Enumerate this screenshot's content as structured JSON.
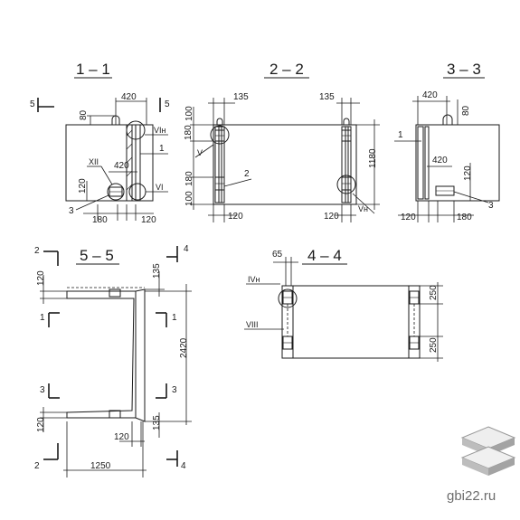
{
  "sections": {
    "s11": {
      "title": "1 – 1",
      "cut_left": "5",
      "cut_right": "5",
      "dim_top": "420",
      "dim_left": "80",
      "dim_mid": "420",
      "dim_left2": "120",
      "dim_bottom1": "180",
      "dim_bottom2": "120",
      "node_VIH": "VIн",
      "node_XII": "XII",
      "node_VI": "VI",
      "pos1": "1",
      "pos3": "3"
    },
    "s22": {
      "title": "2 – 2",
      "dim_top_left": "135",
      "dim_top_right": "135",
      "dim_left_a": "100",
      "dim_left_b": "180",
      "dim_left_c": "180",
      "dim_left_d": "100",
      "dim_height": "1180",
      "dim_bottom_left": "120",
      "dim_bottom_right": "120",
      "node_V": "V",
      "node_VH": "Vн",
      "pos2": "2"
    },
    "s33": {
      "title": "3 – 3",
      "dim_top": "420",
      "dim_right_top": "80",
      "dim_mid": "420",
      "dim_right": "120",
      "dim_bottom_left": "120",
      "dim_bottom_right": "180",
      "pos1": "1",
      "pos3": "3"
    },
    "s55": {
      "title": "5 – 5",
      "cut_2": "2",
      "cut_4": "4",
      "cut_1": "1",
      "cut_3": "3",
      "dim_left_top": "120",
      "dim_left_bot": "120",
      "dim_right_top": "135",
      "dim_right_bot": "135",
      "dim_height": "2420",
      "dim_bottom_mid": "120",
      "dim_width": "1250"
    },
    "s44": {
      "title": "4 – 4",
      "dim_top": "65",
      "node_IVH": "IVн",
      "node_VIII": "VIII",
      "dim_right_top": "250",
      "dim_right_bot": "250"
    }
  },
  "watermark": {
    "text": "gbi22.ru"
  }
}
